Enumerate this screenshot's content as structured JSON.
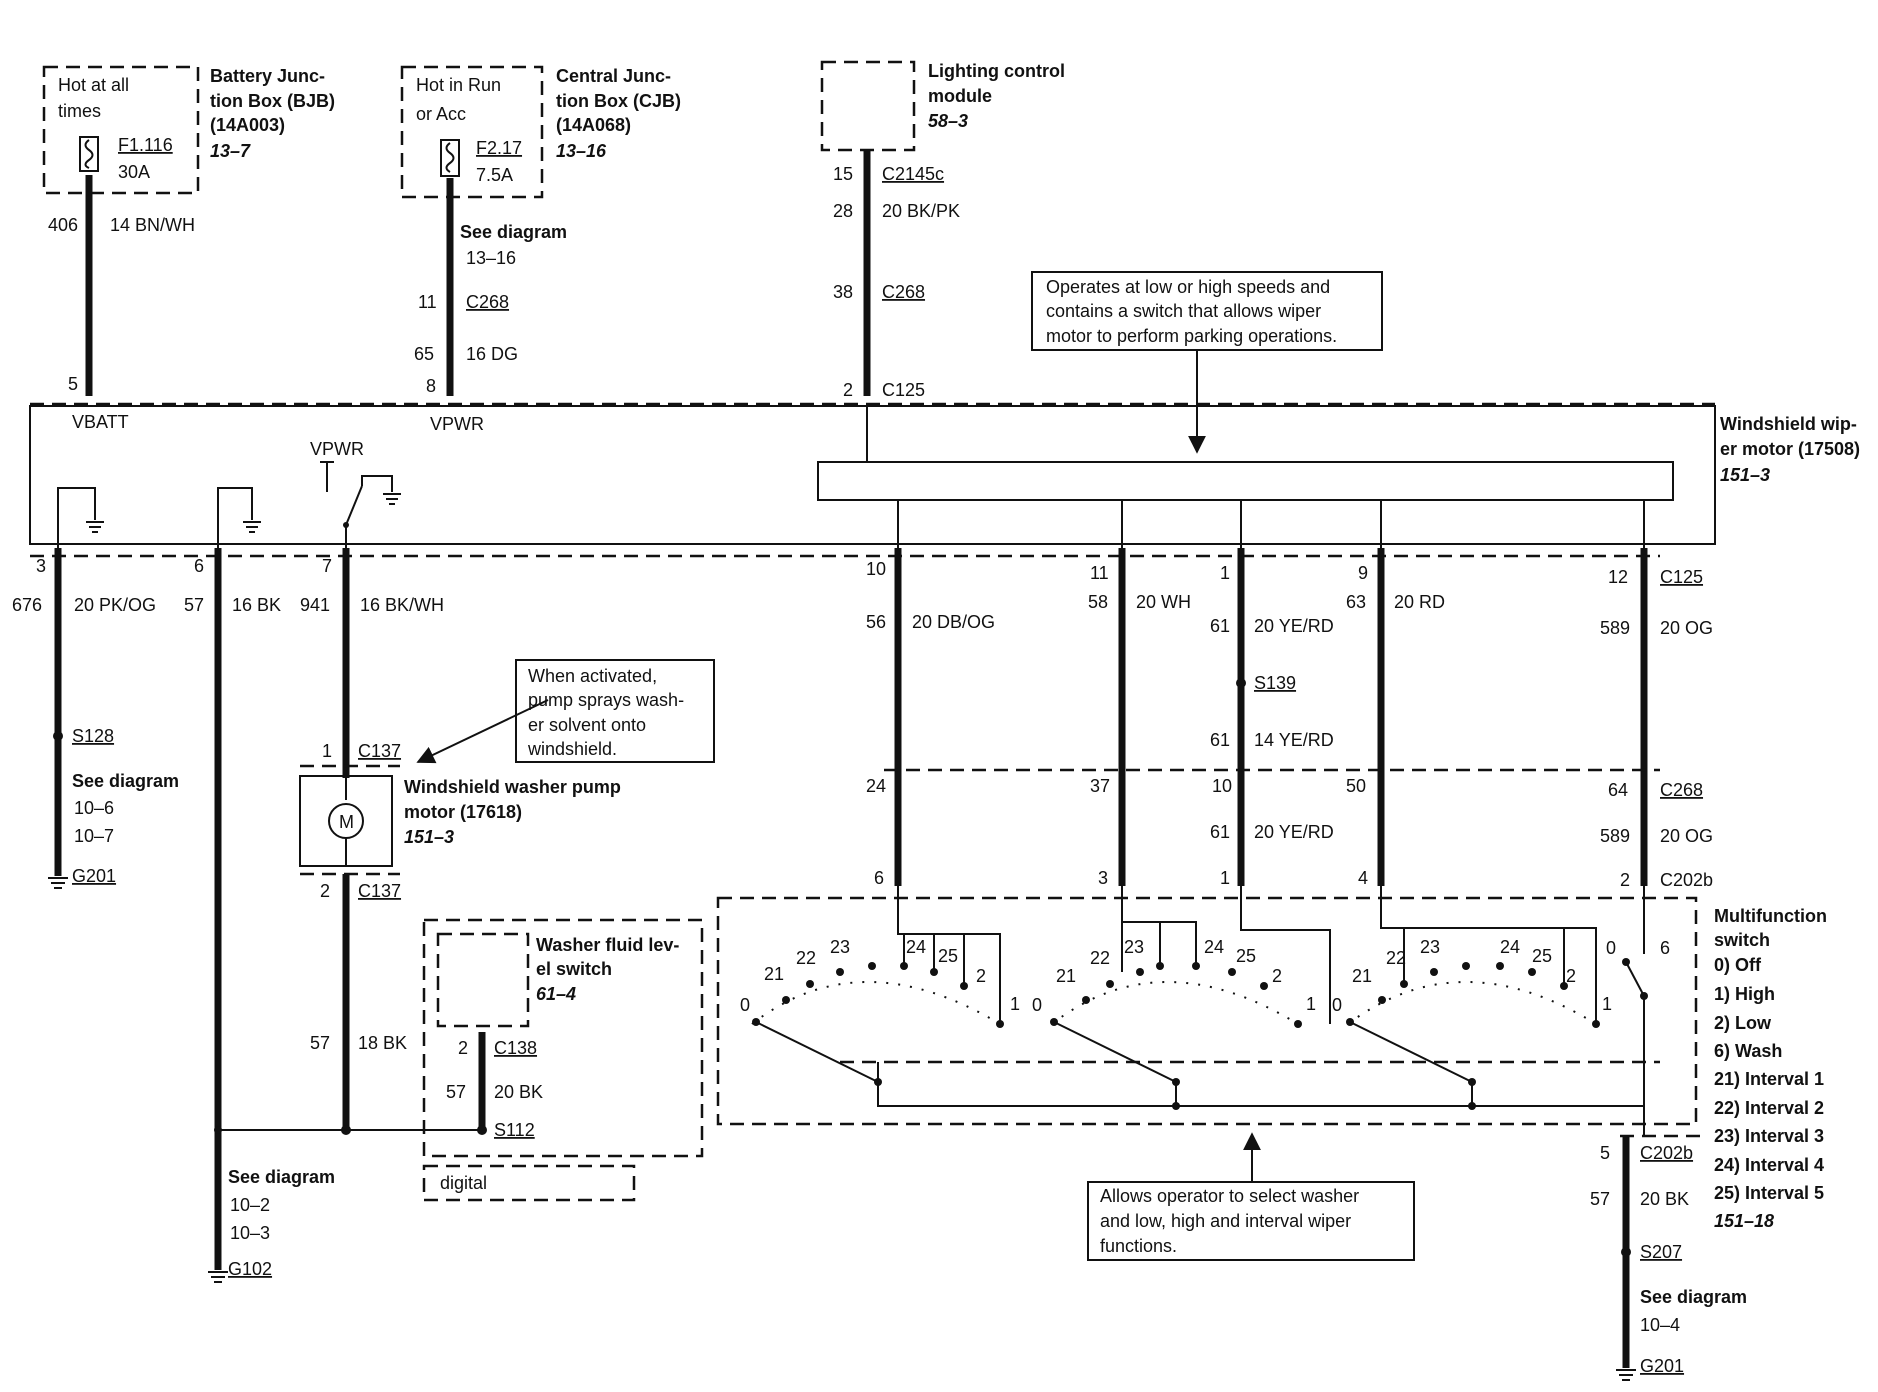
{
  "bjb": {
    "hot": [
      "Hot at all",
      "times"
    ],
    "fuse": "F1.116",
    "rating": "30A",
    "title": [
      "Battery Junc-",
      "tion Box (BJB)",
      "(14A003)"
    ],
    "ref": "13–7"
  },
  "cjb": {
    "hot": [
      "Hot in Run",
      "or Acc"
    ],
    "fuse": "F2.17",
    "rating": "7.5A",
    "title": [
      "Central Junc-",
      "tion Box (CJB)",
      "(14A068)"
    ],
    "ref": "13–16"
  },
  "lcm": {
    "title": [
      "Lighting control",
      "module"
    ],
    "ref": "58–3"
  },
  "bjb_wire": {
    "circuit": "406",
    "gauge": "14 BN/WH",
    "pin": "5",
    "node": "VBATT"
  },
  "cjb_wire": {
    "see": "See diagram",
    "see_ref": "13–16",
    "pin_c268": "11",
    "c268": "C268",
    "circuit": "65",
    "gauge": "16 DG",
    "pin": "8",
    "node": "VPWR"
  },
  "lcm_wire": {
    "pin_c2145c": "15",
    "c2145c": "C2145c",
    "circuit": "28",
    "gauge": "20 BK/PK",
    "pin_c268": "38",
    "c268": "C268",
    "pin_c125": "2",
    "c125": "C125"
  },
  "callout_motor": [
    "Operates at low or high speeds and",
    "contains a switch that allows wiper",
    "motor to perform parking operations."
  ],
  "wiper_motor": {
    "title": [
      "Windshield wip-",
      "er motor (17508)"
    ],
    "ref": "151–3",
    "vpwr": "VPWR"
  },
  "left_wires": [
    {
      "pin": "3",
      "circuit": "676",
      "gauge": "20 PK/OG"
    },
    {
      "pin": "6",
      "circuit": "57",
      "gauge": "16 BK"
    },
    {
      "pin": "7",
      "circuit": "941",
      "gauge": "16 BK/WH"
    }
  ],
  "s128": {
    "splice": "S128",
    "see": "See diagram",
    "refs": [
      "10–6",
      "10–7"
    ],
    "ground": "G201"
  },
  "callout_pump": [
    "When activated,",
    "pump sprays wash-",
    "er solvent onto",
    "windshield."
  ],
  "pump": {
    "pin_top": "1",
    "c137_top": "C137",
    "title": [
      "Windshield washer pump",
      "motor (17618)"
    ],
    "ref": "151–3",
    "motor_symbol": "M",
    "pin_bottom": "2",
    "c137_bottom": "C137",
    "circuit": "57",
    "gauge": "18 BK"
  },
  "fluid_switch": {
    "title": [
      "Washer fluid lev-",
      "el switch"
    ],
    "ref": "61–4",
    "pin": "2",
    "c138": "C138",
    "circuit": "57",
    "gauge": "20 BK",
    "splice": "S112",
    "digital": "digital"
  },
  "g102": {
    "see": "See diagram",
    "refs": [
      "10–2",
      "10–3"
    ],
    "ground": "G102"
  },
  "right_wires": [
    {
      "pin_c125": "10",
      "circuit": "56",
      "gauge": "20 DB/OG",
      "pin_c268": "24",
      "circuit2": "",
      "gauge2": "",
      "pin_c202b": "6"
    },
    {
      "pin_c125": "11",
      "circuit": "58",
      "gauge": "20 WH",
      "pin_c268": "37",
      "circuit2": "",
      "gauge2": "",
      "pin_c202b": "3"
    },
    {
      "pin_c125": "1",
      "circuit": "61",
      "gauge": "20 YE/RD",
      "pin_c268": "10",
      "circuit2": "61",
      "gauge2": "20 YE/RD",
      "pin_c202b": "1"
    },
    {
      "pin_c125": "9",
      "circuit": "63",
      "gauge": "20 RD",
      "pin_c268": "50",
      "circuit2": "",
      "gauge2": "",
      "pin_c202b": "4"
    },
    {
      "pin_c125": "12",
      "circuit": "589",
      "gauge": "20 OG",
      "pin_c268": "64",
      "circuit2": "589",
      "gauge2": "20 OG",
      "pin_c202b": "2"
    }
  ],
  "connectors": {
    "c125": "C125",
    "c268": "C268",
    "c202b": "C202b"
  },
  "s139": {
    "splice": "S139",
    "circuit": "61",
    "gauge": "14 YE/RD"
  },
  "mfs": {
    "title": [
      "Multifunction",
      "switch"
    ],
    "legend": [
      "0)   Off",
      "1)   High",
      "2)   Low",
      "6)   Wash",
      "21) Interval 1",
      "22) Interval 2",
      "23) Interval 3",
      "24) Interval 4",
      "25) Interval 5"
    ],
    "ref": "151–18",
    "positions": [
      "0",
      "21",
      "22",
      "23",
      "24",
      "25",
      "2",
      "1"
    ],
    "pos_zero": "0",
    "pos_six": "6"
  },
  "bottom_right": {
    "pin": "5",
    "c202b": "C202b",
    "circuit": "57",
    "gauge": "20 BK",
    "splice": "S207",
    "see": "See diagram",
    "see_ref": "10–4",
    "ground": "G201"
  },
  "callout_mfs": [
    "Allows operator to select washer",
    "and low, high and interval wiper",
    "functions."
  ]
}
